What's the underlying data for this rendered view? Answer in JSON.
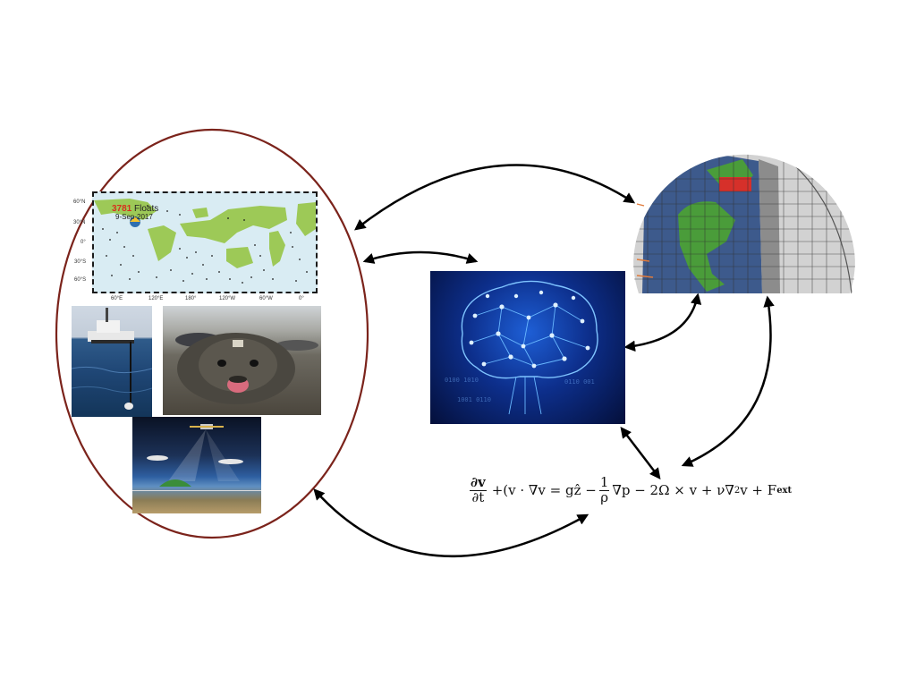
{
  "float_map": {
    "count": "3781",
    "title_suffix": "Floats",
    "date": "9-Sep-2017",
    "lat_labels": [
      "60°N",
      "30°N",
      "0°",
      "30°S",
      "60°S"
    ],
    "lon_labels": [
      "60°E",
      "120°E",
      "180°",
      "120°W",
      "60°W",
      "0°"
    ]
  },
  "equation": {
    "lhs_num": "∂v",
    "lhs_den": "∂t",
    "advection": "+(v · ∇v = gẑ −",
    "frac_num": "1",
    "frac_den": "ρ",
    "rest": "∇p − 2Ω × v + ν∇",
    "sup": "2",
    "rest2": "v + F",
    "sub": "ext"
  },
  "colors": {
    "ellipse": "#7b231b",
    "arrow": "#000000",
    "land": "#9dc957",
    "ocean": "#d9ecf3",
    "globe_land": "#4a9c3a",
    "globe_ocean": "#3d5a8c"
  },
  "icons": [
    "float-map",
    "ship-photo",
    "seal-photo",
    "satellite-diagram",
    "neural-network-brain",
    "ocean-model-globe"
  ]
}
